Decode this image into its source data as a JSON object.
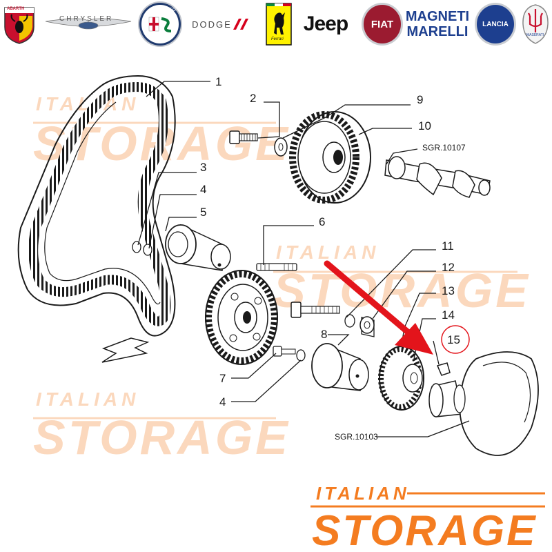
{
  "brands": [
    {
      "name": "ABARTH",
      "icon": "abarth-scorpion-shield-icon"
    },
    {
      "name": "CHRYSLER",
      "icon": "chrysler-wings-icon"
    },
    {
      "name": "ALFA ROMEO",
      "icon": "alfa-romeo-badge-icon"
    },
    {
      "name": "DODGE",
      "icon": "dodge-stripes-icon"
    },
    {
      "name": "Ferrari",
      "icon": "ferrari-prancing-horse-icon"
    },
    {
      "name": "Jeep",
      "icon": "jeep-wordmark-icon"
    },
    {
      "name": "FIAT",
      "icon": "fiat-badge-icon"
    },
    {
      "name": "MAGNETI",
      "icon": "magneti-marelli-wordmark-icon"
    },
    {
      "name": "MARELLI",
      "icon": "magneti-marelli-wordmark-icon"
    },
    {
      "name": "LANCIA",
      "icon": "lancia-badge-icon"
    },
    {
      "name": "MASERATI",
      "icon": "maserati-trident-icon"
    }
  ],
  "callouts": [
    "1",
    "2",
    "3",
    "4",
    "5",
    "6",
    "7",
    "4",
    "8",
    "9",
    "10",
    "11",
    "12",
    "13",
    "14",
    "15"
  ],
  "references": [
    "SGR.10107",
    "SGR.10103"
  ],
  "highlighted_part": "15",
  "watermark": {
    "top": "ITALIAN",
    "bottom": "STORAGE"
  },
  "footer_logo": {
    "top": "ITALIAN",
    "bottom": "STORAGE"
  },
  "colors": {
    "accent": "#f47c20",
    "watermark": "#fbd8bd",
    "arrow": "#e3141b",
    "line": "#1a1a1a"
  }
}
